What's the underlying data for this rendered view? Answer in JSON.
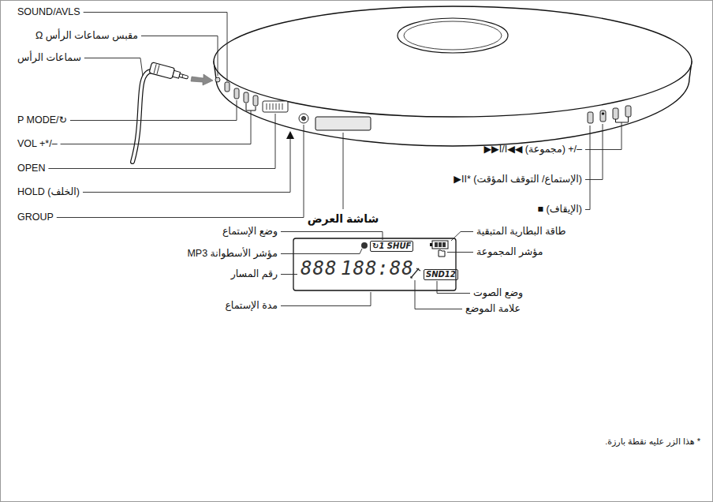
{
  "diagram": {
    "labels": [
      "SOUND/AVLS",
      "مقبس سماعات الرأس Ω",
      "سماعات الرأس",
      "P MODE/↻",
      "VOL +*/–",
      "OPEN",
      "HOLD (الخلف)",
      "GROUP",
      "▶▶I/I◀◀ (مجموعة) +/–",
      "▶II* (الإستماع/ التوقف المؤقت)",
      "■ (الإيقاف)",
      "شاشة العرض",
      "وضع الإستماع",
      "مؤشر الأسطوانة MP3",
      "رقم المسار",
      "مدة الإستماع",
      "طاقة البطارية المتبقية",
      "مؤشر المجموعة",
      "وضع الصوت",
      "علامة الموضع",
      "888",
      "188:88",
      "↻1 SHUF",
      "SND12",
      "* هذا الزر عليه نقطة بارزة."
    ]
  }
}
